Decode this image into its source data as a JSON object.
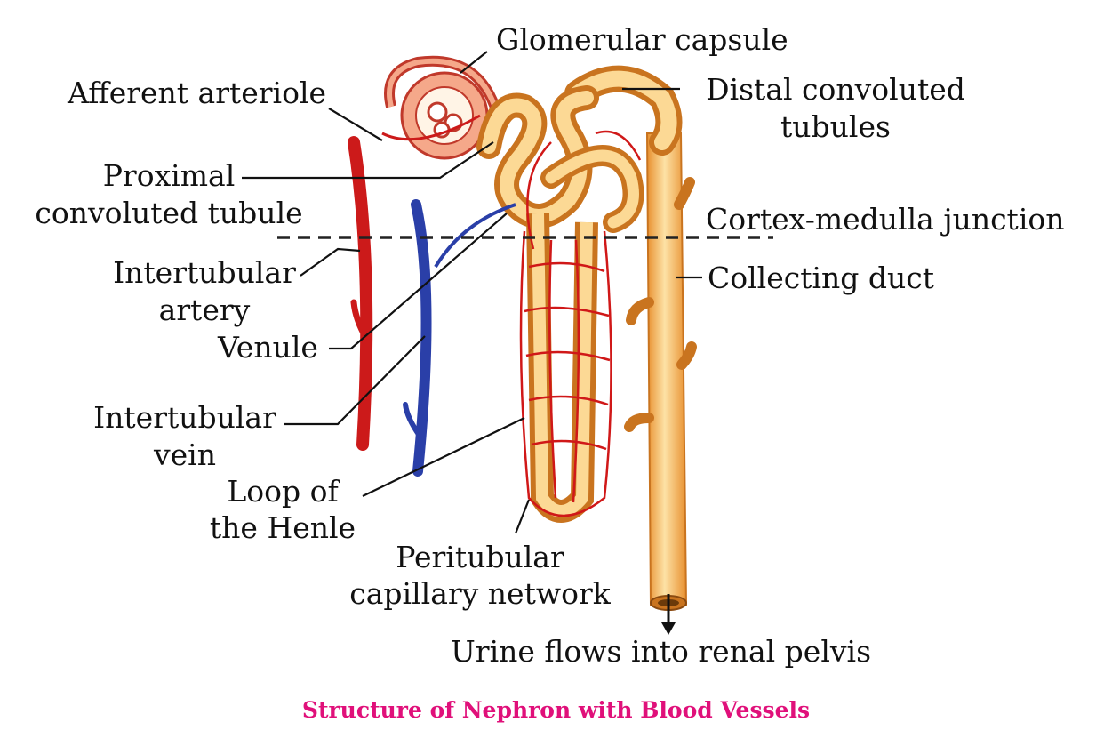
{
  "labels": {
    "glomerular_capsule": "Glomerular capsule",
    "afferent_arteriole": "Afferent arteriole",
    "distal_convoluted_tubules_line1": "Distal convoluted",
    "distal_convoluted_tubules_line2": "tubules",
    "proximal_convoluted_tubule_line1": "Proximal",
    "proximal_convoluted_tubule_line2": "convoluted tubule",
    "cortex_medulla_junction": "Cortex-medulla junction",
    "intertubular_artery_line1": "Intertubular",
    "intertubular_artery_line2": "artery",
    "collecting_duct": "Collecting duct",
    "venule": "Venule",
    "intertubular_vein_line1": "Intertubular",
    "intertubular_vein_line2": "vein",
    "loop_of_henle_line1": "Loop of",
    "loop_of_henle_line2": "the Henle",
    "peritubular_capillary_network_line1": "Peritubular",
    "peritubular_capillary_network_line2": "capillary network",
    "urine_flow": "Urine flows into renal pelvis"
  },
  "caption": "Structure of Nephron with Blood Vessels",
  "colors": {
    "artery": "#cc1a1a",
    "vein": "#2a3fa8",
    "tubule": "#f7b85c",
    "tubule_outline": "#d2691e",
    "capillary": "#d01818",
    "caption": "#e0107a"
  }
}
